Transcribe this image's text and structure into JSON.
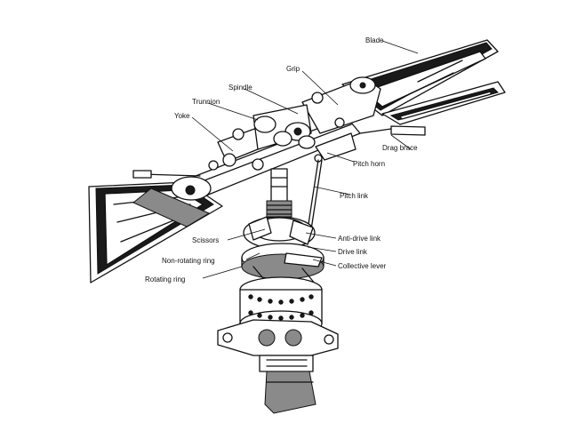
{
  "colors": {
    "ink": "#111111",
    "background": "#ffffff"
  },
  "labels": {
    "blade": "Blade",
    "grip": "Grip",
    "spindle": "Spindle",
    "trunnion": "Trunnion",
    "yoke": "Yoke",
    "drag_brace": "Drag brace",
    "pitch_horn": "Pitch horn",
    "pitch_link": "Pitch link",
    "scissors": "Scissors",
    "anti_drive_link": "Anti-drive link",
    "drive_link": "Drive link",
    "non_rotating_ring": "Non-rotating ring",
    "collective_lever": "Collective lever",
    "rotating_ring": "Rotating ring"
  }
}
